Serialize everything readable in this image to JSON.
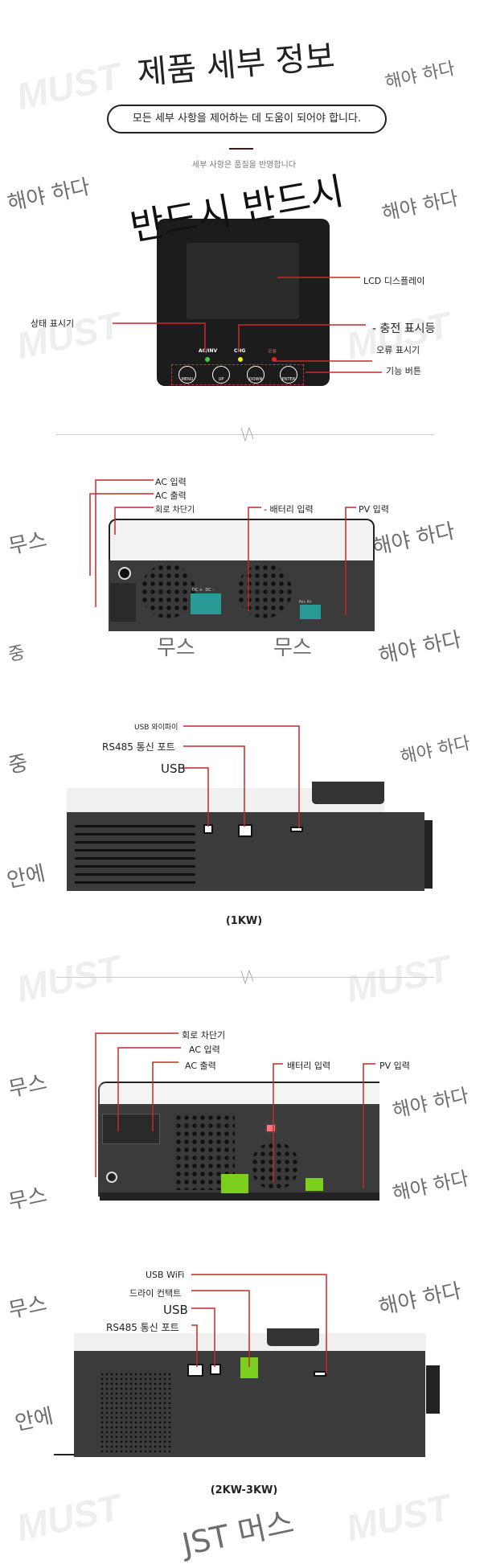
{
  "header": {
    "title": "제품 세부 정보",
    "pill_text": "모든 세부 사항을 제어하는 데 도움이 되어야 합니다.",
    "subtitle": "세부 사항은 품질을 반영합니다",
    "overlay_title": "반드시 반드시"
  },
  "panel": {
    "leds": [
      "AC/INV",
      "CHG",
      "오류"
    ],
    "buttons": [
      "MENU",
      "UP",
      "DOWN",
      "ENTER"
    ],
    "labels": {
      "lcd": "LCD 디스플레이",
      "status": "상태 표시기",
      "charge": "- 충전 표시등",
      "fault": "오류 표시기",
      "function": "기능 버튼"
    }
  },
  "front_1kw": {
    "ac_in": "AC 입력",
    "ac_out": "AC 출력",
    "breaker": "회로 차단기",
    "battery": "- 배터리 입력",
    "pv": "PV 입력",
    "dc_pos": "DC +",
    "dc_neg": "DC -",
    "pv_pos": "PV+",
    "pv_neg": "PV-"
  },
  "side_1kw": {
    "usb_wifi": "USB 와이파이",
    "rs485": "RS485 통신 포트",
    "usb": "USB",
    "caption": "(1KW)"
  },
  "front_3kw": {
    "breaker": "회로 차단기",
    "ac_in": "AC 입력",
    "ac_out": "AC 출력",
    "battery": "배터리 입력",
    "pv": "PV 입력"
  },
  "side_3kw": {
    "usb_wifi": "USB WiFi",
    "dry_contact": "드라이 컨택트",
    "usb": "USB",
    "rs485": "RS485 통신 포트",
    "caption": "(2KW-3KW)"
  },
  "watermarks": [
    "해야 하다",
    "해야 하다",
    "해야 하다",
    "무스",
    "해야 하다",
    "무스",
    "무스",
    "해야 하다",
    "중",
    "중",
    "해야 하다",
    "안에",
    "무스",
    "해야 하다",
    "무스",
    "해야 하다",
    "무스",
    "해야 하다",
    "안에",
    "JST 머스"
  ],
  "brand_watermark": "MUST",
  "colors": {
    "leader": "#c62828",
    "device": "#3b3b3b",
    "terminal_teal": "#2a9a96",
    "terminal_green": "#7ccf1c"
  }
}
